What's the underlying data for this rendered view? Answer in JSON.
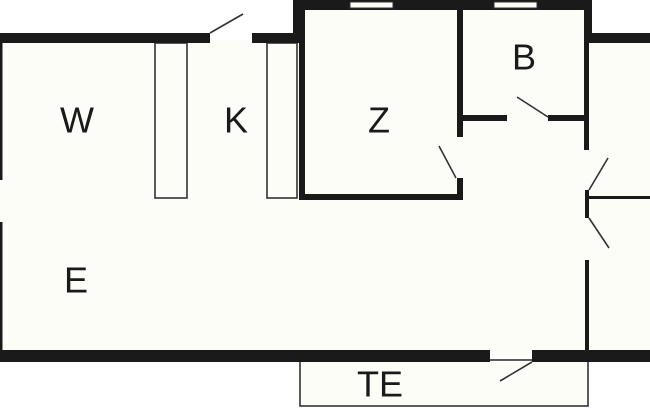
{
  "floor_plan": {
    "rooms": {
      "w": "W",
      "k": "K",
      "z": "Z",
      "b": "B",
      "e": "E",
      "te": "TE"
    },
    "colors": {
      "floor": "#fdfdf7",
      "wall": "#1a1a1a",
      "background": "#ffffff"
    }
  }
}
